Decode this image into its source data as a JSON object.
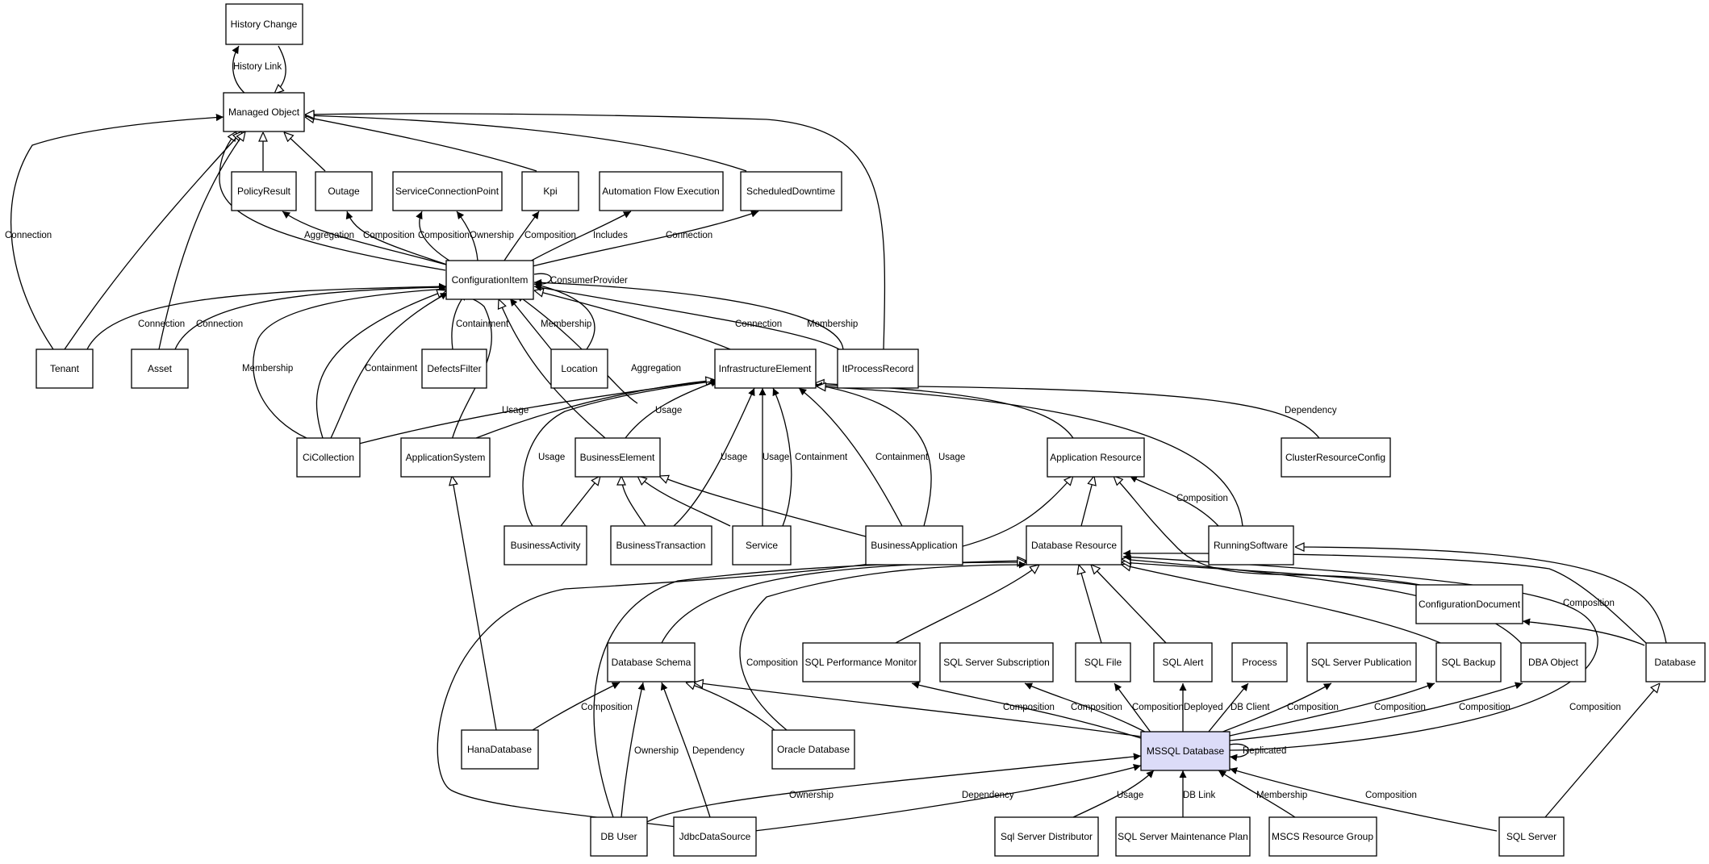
{
  "nodes": {
    "history_change": "History Change",
    "managed_object": "Managed Object",
    "policy_result": "PolicyResult",
    "outage": "Outage",
    "service_connection_point": "ServiceConnectionPoint",
    "kpi": "Kpi",
    "automation_flow_execution": "Automation Flow Execution",
    "scheduled_downtime": "ScheduledDowntime",
    "configuration_item": "ConfigurationItem",
    "tenant": "Tenant",
    "asset": "Asset",
    "defects_filter": "DefectsFilter",
    "location": "Location",
    "infrastructure_element": "InfrastructureElement",
    "it_process_record": "ItProcessRecord",
    "ci_collection": "CiCollection",
    "application_system": "ApplicationSystem",
    "business_element": "BusinessElement",
    "application_resource": "Application Resource",
    "cluster_resource_config": "ClusterResourceConfig",
    "business_activity": "BusinessActivity",
    "business_transaction": "BusinessTransaction",
    "service": "Service",
    "business_application": "BusinessApplication",
    "database_resource": "Database Resource",
    "running_software": "RunningSoftware",
    "configuration_document": "ConfigurationDocument",
    "database_schema": "Database Schema",
    "sql_performance_monitor": "SQL Performance Monitor",
    "sql_server_subscription": "SQL Server Subscription",
    "sql_file": "SQL File",
    "sql_alert": "SQL Alert",
    "process": "Process",
    "sql_server_publication": "SQL Server Publication",
    "sql_backup": "SQL Backup",
    "dba_object": "DBA Object",
    "database": "Database",
    "hana_database": "HanaDatabase",
    "oracle_database": "Oracle Database",
    "mssql_database": "MSSQL Database",
    "db_user": "DB User",
    "jdbc_data_source": "JdbcDataSource",
    "sql_server_distributor": "Sql Server Distributor",
    "sql_server_maintenance_plan": "SQL Server Maintenance Plan",
    "mscs_resource_group": "MSCS Resource Group",
    "sql_server": "SQL Server"
  },
  "edge_labels": {
    "history_link": "History Link",
    "connection": "Connection",
    "aggregation": "Aggregation",
    "composition": "Composition",
    "ownership": "Ownership",
    "includes": "Includes",
    "consumer_provider": "ConsumerProvider",
    "containment": "Containment",
    "membership": "Membership",
    "usage": "Usage",
    "dependency": "Dependency",
    "deployed": "Deployed",
    "db_client": "DB Client",
    "replicated": "Replicated",
    "db_link": "DB Link"
  },
  "colors": {
    "highlight_fill": "#dcdcf8",
    "stroke": "#000000"
  }
}
